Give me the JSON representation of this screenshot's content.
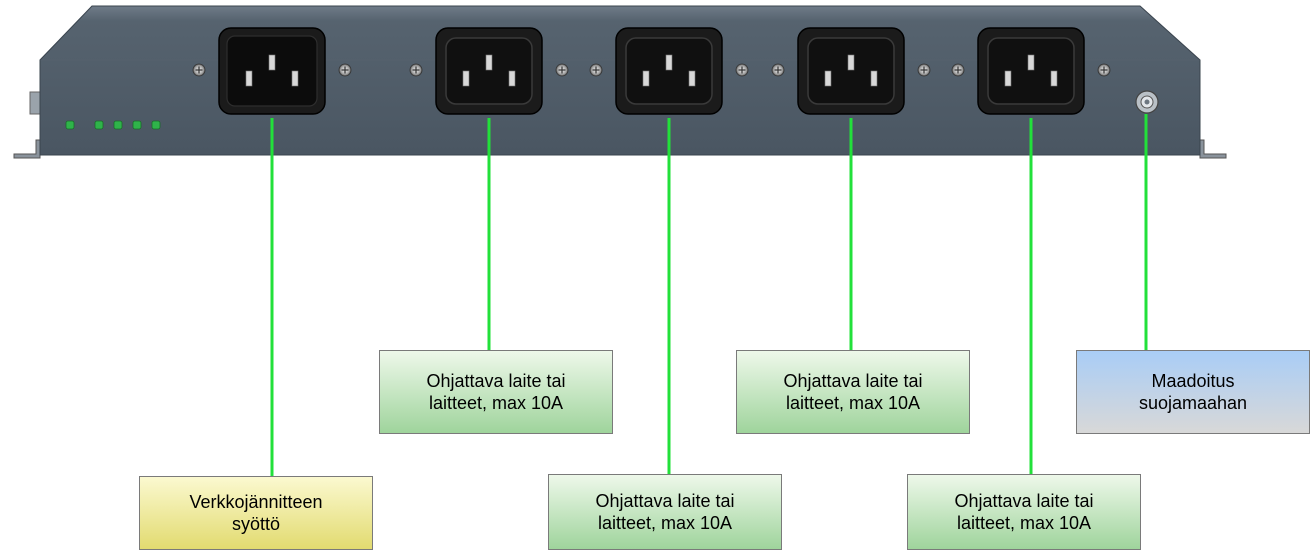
{
  "colors": {
    "leader": "#22e03a",
    "panel": "#4e5b68",
    "panel_top": "#6b7784",
    "outlet_body": "#1b1b1b",
    "led": "#2fb34a"
  },
  "labels": {
    "supply": "Verkkojännitteen\nsyöttö",
    "out1": "Ohjattava laite tai\nlaitteet, max 10A",
    "out2": "Ohjattava laite tai\nlaitteet, max 10A",
    "out3": "Ohjattava laite tai\nlaitteet, max 10A",
    "out4": "Ohjattava laite tai\nlaitteet, max 10A",
    "ground": "Maadoitus\nsuojamaahan"
  },
  "device": {
    "led_count": 5,
    "outlets": [
      {
        "id": "inlet",
        "kind": "inlet"
      },
      {
        "id": "out1",
        "kind": "socket"
      },
      {
        "id": "out2",
        "kind": "socket"
      },
      {
        "id": "out3",
        "kind": "socket"
      },
      {
        "id": "out4",
        "kind": "socket"
      }
    ]
  }
}
